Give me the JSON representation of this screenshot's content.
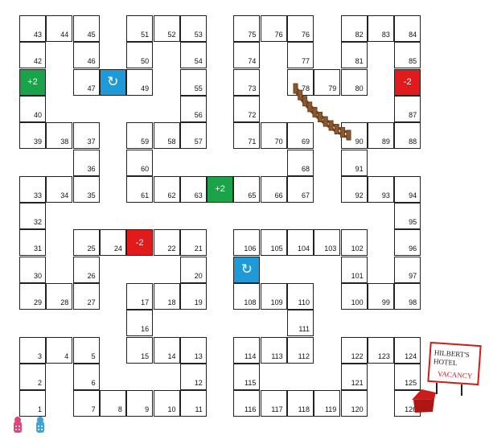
{
  "board": {
    "colors": {
      "green": "#1aa348",
      "red": "#e11b1b",
      "blue": "#1e9ad6",
      "rope": "#6b3e1f",
      "hotel_red": "#cc1c1c"
    },
    "cells": [
      {
        "n": "1",
        "c": 0,
        "r": 14
      },
      {
        "n": "2",
        "c": 0,
        "r": 13
      },
      {
        "n": "3",
        "c": 0,
        "r": 12
      },
      {
        "n": "4",
        "c": 1,
        "r": 12
      },
      {
        "n": "5",
        "c": 2,
        "r": 12
      },
      {
        "n": "6",
        "c": 2,
        "r": 13
      },
      {
        "n": "7",
        "c": 2,
        "r": 14
      },
      {
        "n": "8",
        "c": 3,
        "r": 14
      },
      {
        "n": "9",
        "c": 4,
        "r": 14
      },
      {
        "n": "10",
        "c": 5,
        "r": 14
      },
      {
        "n": "11",
        "c": 6,
        "r": 14
      },
      {
        "n": "12",
        "c": 6,
        "r": 13
      },
      {
        "n": "13",
        "c": 6,
        "r": 12
      },
      {
        "n": "14",
        "c": 5,
        "r": 12
      },
      {
        "n": "15",
        "c": 4,
        "r": 12
      },
      {
        "n": "16",
        "c": 4,
        "r": 11
      },
      {
        "n": "17",
        "c": 4,
        "r": 10
      },
      {
        "n": "18",
        "c": 5,
        "r": 10
      },
      {
        "n": "19",
        "c": 6,
        "r": 10
      },
      {
        "n": "20",
        "c": 6,
        "r": 9
      },
      {
        "n": "21",
        "c": 6,
        "r": 8
      },
      {
        "n": "22",
        "c": 5,
        "r": 8
      },
      {
        "n": "",
        "c": 4,
        "r": 8,
        "special": "red",
        "label": "-2"
      },
      {
        "n": "24",
        "c": 3,
        "r": 8
      },
      {
        "n": "25",
        "c": 2,
        "r": 8
      },
      {
        "n": "26",
        "c": 2,
        "r": 9
      },
      {
        "n": "27",
        "c": 2,
        "r": 10
      },
      {
        "n": "28",
        "c": 1,
        "r": 10
      },
      {
        "n": "29",
        "c": 0,
        "r": 10
      },
      {
        "n": "30",
        "c": 0,
        "r": 9
      },
      {
        "n": "31",
        "c": 0,
        "r": 8
      },
      {
        "n": "32",
        "c": 0,
        "r": 7
      },
      {
        "n": "33",
        "c": 0,
        "r": 6
      },
      {
        "n": "34",
        "c": 1,
        "r": 6
      },
      {
        "n": "35",
        "c": 2,
        "r": 6
      },
      {
        "n": "36",
        "c": 2,
        "r": 5
      },
      {
        "n": "37",
        "c": 2,
        "r": 4
      },
      {
        "n": "38",
        "c": 1,
        "r": 4
      },
      {
        "n": "39",
        "c": 0,
        "r": 4
      },
      {
        "n": "40",
        "c": 0,
        "r": 3
      },
      {
        "n": "",
        "c": 0,
        "r": 2,
        "special": "green",
        "label": "+2"
      },
      {
        "n": "42",
        "c": 0,
        "r": 1
      },
      {
        "n": "43",
        "c": 0,
        "r": 0
      },
      {
        "n": "44",
        "c": 1,
        "r": 0
      },
      {
        "n": "45",
        "c": 2,
        "r": 0
      },
      {
        "n": "46",
        "c": 2,
        "r": 1
      },
      {
        "n": "47",
        "c": 2,
        "r": 2
      },
      {
        "n": "",
        "c": 3,
        "r": 2,
        "special": "blue",
        "label": "↻"
      },
      {
        "n": "49",
        "c": 4,
        "r": 2
      },
      {
        "n": "50",
        "c": 4,
        "r": 1
      },
      {
        "n": "51",
        "c": 4,
        "r": 0
      },
      {
        "n": "52",
        "c": 5,
        "r": 0
      },
      {
        "n": "53",
        "c": 6,
        "r": 0
      },
      {
        "n": "54",
        "c": 6,
        "r": 1
      },
      {
        "n": "55",
        "c": 6,
        "r": 2
      },
      {
        "n": "56",
        "c": 6,
        "r": 3
      },
      {
        "n": "57",
        "c": 6,
        "r": 4
      },
      {
        "n": "58",
        "c": 5,
        "r": 4
      },
      {
        "n": "59",
        "c": 4,
        "r": 4
      },
      {
        "n": "60",
        "c": 4,
        "r": 5
      },
      {
        "n": "61",
        "c": 4,
        "r": 6
      },
      {
        "n": "62",
        "c": 5,
        "r": 6
      },
      {
        "n": "63",
        "c": 6,
        "r": 6
      },
      {
        "n": "",
        "c": 7,
        "r": 6,
        "special": "green",
        "label": "+2"
      },
      {
        "n": "65",
        "c": 8,
        "r": 6
      },
      {
        "n": "66",
        "c": 9,
        "r": 6
      },
      {
        "n": "67",
        "c": 10,
        "r": 6
      },
      {
        "n": "68",
        "c": 10,
        "r": 5
      },
      {
        "n": "69",
        "c": 10,
        "r": 4
      },
      {
        "n": "70",
        "c": 9,
        "r": 4
      },
      {
        "n": "71",
        "c": 8,
        "r": 4
      },
      {
        "n": "72",
        "c": 8,
        "r": 3
      },
      {
        "n": "73",
        "c": 8,
        "r": 2
      },
      {
        "n": "74",
        "c": 8,
        "r": 1
      },
      {
        "n": "75",
        "c": 8,
        "r": 0
      },
      {
        "n": "76",
        "c": 9,
        "r": 0
      },
      {
        "n": "76",
        "c": 10,
        "r": 0
      },
      {
        "n": "77",
        "c": 10,
        "r": 1
      },
      {
        "n": "78",
        "c": 10,
        "r": 2
      },
      {
        "n": "79",
        "c": 11,
        "r": 2
      },
      {
        "n": "80",
        "c": 12,
        "r": 2
      },
      {
        "n": "81",
        "c": 12,
        "r": 1
      },
      {
        "n": "82",
        "c": 12,
        "r": 0
      },
      {
        "n": "83",
        "c": 13,
        "r": 0
      },
      {
        "n": "84",
        "c": 14,
        "r": 0
      },
      {
        "n": "85",
        "c": 14,
        "r": 1
      },
      {
        "n": "",
        "c": 14,
        "r": 2,
        "special": "red",
        "label": "-2"
      },
      {
        "n": "87",
        "c": 14,
        "r": 3
      },
      {
        "n": "88",
        "c": 14,
        "r": 4
      },
      {
        "n": "89",
        "c": 13,
        "r": 4
      },
      {
        "n": "90",
        "c": 12,
        "r": 4
      },
      {
        "n": "91",
        "c": 12,
        "r": 5
      },
      {
        "n": "92",
        "c": 12,
        "r": 6
      },
      {
        "n": "93",
        "c": 13,
        "r": 6
      },
      {
        "n": "94",
        "c": 14,
        "r": 6
      },
      {
        "n": "95",
        "c": 14,
        "r": 7
      },
      {
        "n": "96",
        "c": 14,
        "r": 8
      },
      {
        "n": "97",
        "c": 14,
        "r": 9
      },
      {
        "n": "98",
        "c": 14,
        "r": 10
      },
      {
        "n": "99",
        "c": 13,
        "r": 10
      },
      {
        "n": "100",
        "c": 12,
        "r": 10
      },
      {
        "n": "101",
        "c": 12,
        "r": 9
      },
      {
        "n": "102",
        "c": 12,
        "r": 8
      },
      {
        "n": "103",
        "c": 11,
        "r": 8
      },
      {
        "n": "104",
        "c": 10,
        "r": 8
      },
      {
        "n": "105",
        "c": 9,
        "r": 8
      },
      {
        "n": "106",
        "c": 8,
        "r": 8
      },
      {
        "n": "",
        "c": 8,
        "r": 9,
        "special": "blue",
        "label": "↻"
      },
      {
        "n": "108",
        "c": 8,
        "r": 10
      },
      {
        "n": "109",
        "c": 9,
        "r": 10
      },
      {
        "n": "110",
        "c": 10,
        "r": 10
      },
      {
        "n": "111",
        "c": 10,
        "r": 11
      },
      {
        "n": "112",
        "c": 10,
        "r": 12
      },
      {
        "n": "113",
        "c": 9,
        "r": 12
      },
      {
        "n": "114",
        "c": 8,
        "r": 12
      },
      {
        "n": "115",
        "c": 8,
        "r": 13
      },
      {
        "n": "116",
        "c": 8,
        "r": 14
      },
      {
        "n": "117",
        "c": 9,
        "r": 14
      },
      {
        "n": "118",
        "c": 10,
        "r": 14
      },
      {
        "n": "119",
        "c": 11,
        "r": 14
      },
      {
        "n": "120",
        "c": 12,
        "r": 14
      },
      {
        "n": "121",
        "c": 12,
        "r": 13
      },
      {
        "n": "122",
        "c": 12,
        "r": 12
      },
      {
        "n": "123",
        "c": 13,
        "r": 12
      },
      {
        "n": "124",
        "c": 14,
        "r": 12
      },
      {
        "n": "125",
        "c": 14,
        "r": 13
      },
      {
        "n": "126",
        "c": 14,
        "r": 14
      }
    ]
  },
  "hotel": {
    "line1": "HILBERT'S",
    "line2": "HOTEL",
    "line3": "VACANCY",
    "icon": "hotel-house-icon"
  },
  "pieces": {
    "player1": {
      "name": "pink-pawn-icon",
      "color": "#e0457a"
    },
    "player2": {
      "name": "blue-pawn-icon",
      "color": "#3fa3d9"
    }
  },
  "shortcut": {
    "icon": "rope-bridge-icon",
    "from": "78",
    "to": "90"
  }
}
